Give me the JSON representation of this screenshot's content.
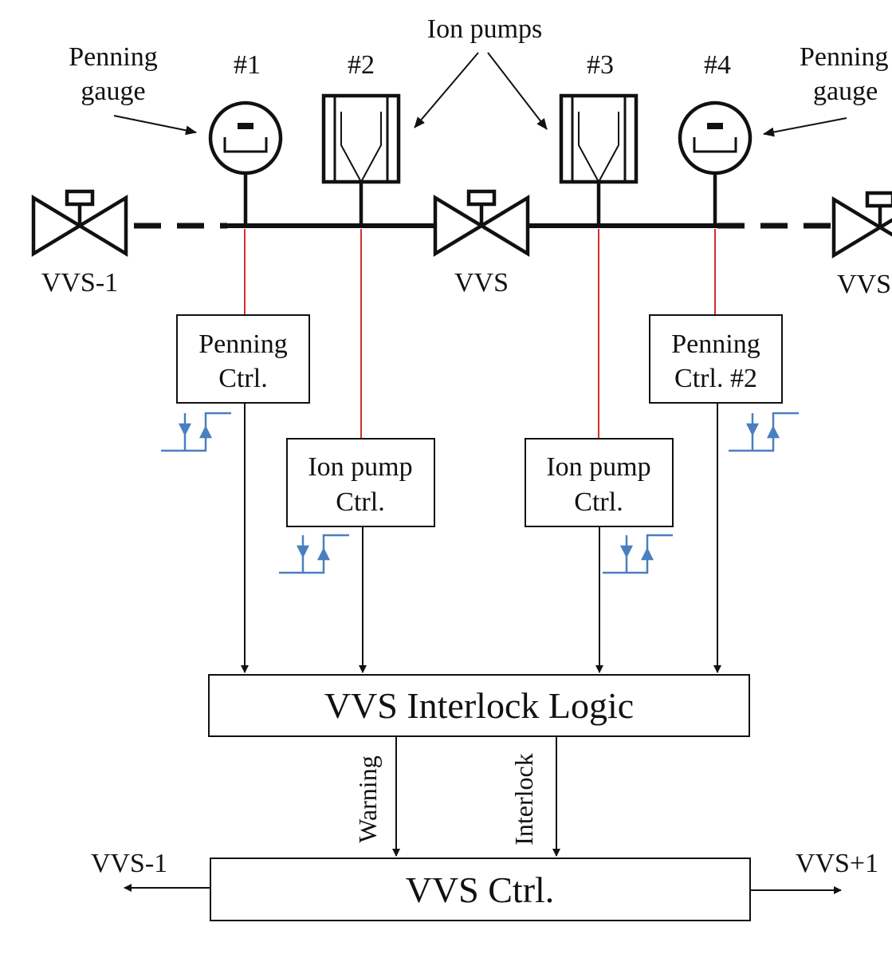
{
  "labels": {
    "ion_pumps": "Ion pumps",
    "penning_gauge_left_1": "Penning",
    "penning_gauge_left_2": "gauge",
    "penning_gauge_right_1": "Penning",
    "penning_gauge_right_2": "gauge",
    "n1": "#1",
    "n2": "#2",
    "n3": "#3",
    "n4": "#4",
    "vvs_minus_1": "VVS-1",
    "vvs": "VVS",
    "vvs_right": "VVS",
    "penning_ctrl_1": "Penning",
    "penning_ctrl_2": "Ctrl.",
    "penning_ctrl2_1": "Penning",
    "penning_ctrl2_2": "Ctrl. #2",
    "ionpump_ctrl_left_1": "Ion pump",
    "ionpump_ctrl_left_2": "Ctrl.",
    "ionpump_ctrl_right_1": "Ion pump",
    "ionpump_ctrl_right_2": "Ctrl.",
    "interlock_logic": "VVS Interlock Logic",
    "warning": "Warning",
    "interlock": "Interlock",
    "vvs_ctrl": "VVS Ctrl.",
    "out_left": "VVS-1",
    "out_right": "VVS+1"
  },
  "colors": {
    "line": "#111111",
    "signal": "#d03030",
    "relay": "#4a7fc0"
  }
}
